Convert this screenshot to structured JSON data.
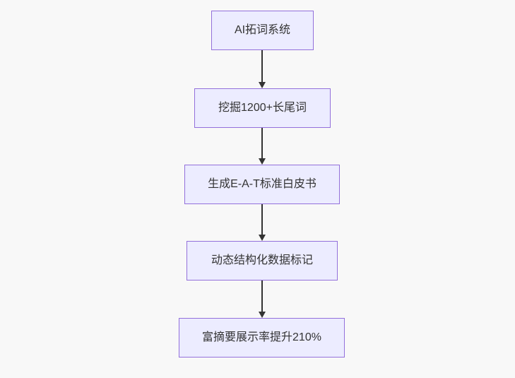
{
  "diagram": {
    "type": "flowchart",
    "direction": "top-down",
    "nodes": [
      {
        "id": "A",
        "label": "AI拓词系统"
      },
      {
        "id": "B",
        "label": "挖掘1200+长尾词"
      },
      {
        "id": "C",
        "label": "生成E-A-T标准白皮书"
      },
      {
        "id": "D",
        "label": "动态结构化数据标记"
      },
      {
        "id": "E",
        "label": "富摘要展示率提升210%"
      }
    ],
    "edges": [
      {
        "from": "A",
        "to": "B"
      },
      {
        "from": "B",
        "to": "C"
      },
      {
        "from": "C",
        "to": "D"
      },
      {
        "from": "D",
        "to": "E"
      }
    ],
    "colors": {
      "background": "#f8f8f8",
      "node_fill": "#ececff",
      "node_border": "#9370db",
      "text": "#333333",
      "arrow": "#333333"
    }
  }
}
